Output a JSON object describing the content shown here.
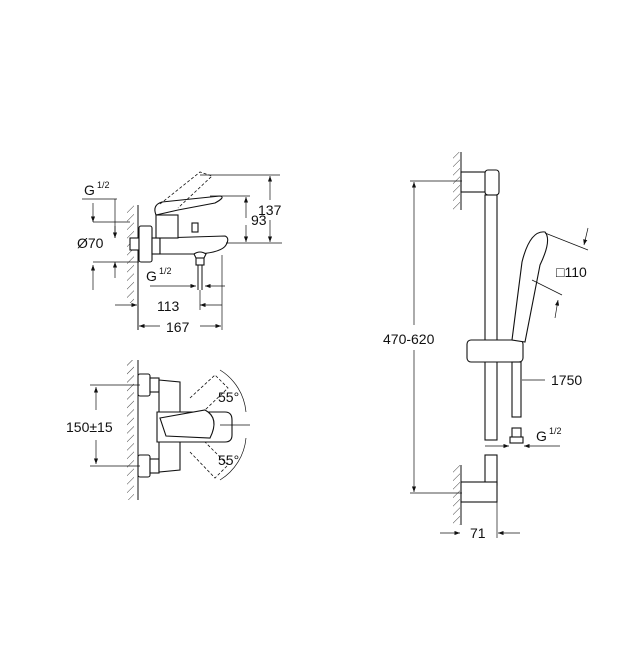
{
  "title": "Bath mixer and shower rail set dimension drawing",
  "side_view": {
    "thread_top": {
      "main": "G",
      "fraction": "1/2"
    },
    "diameter": "Ø70",
    "height_93": "93",
    "height_137": "137",
    "thread_outlet": {
      "main": "G",
      "fraction": "1/2"
    },
    "depth_113": "113",
    "depth_167": "167"
  },
  "front_view": {
    "centres": "150±15",
    "angle_top": "55°",
    "angle_bottom": "55°"
  },
  "shower_rail": {
    "rail_range": "470-620",
    "head_size": "□110",
    "hose_length": "1750",
    "thread": {
      "main": "G",
      "fraction": "1/2"
    },
    "projection": "71"
  }
}
